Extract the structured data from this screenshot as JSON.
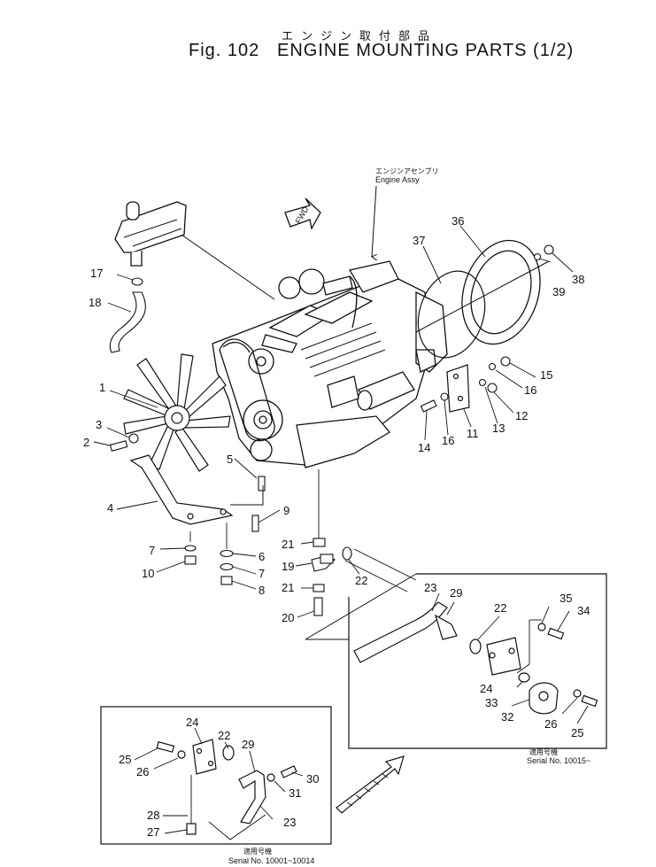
{
  "header": {
    "title_jp": "エンジン取付部品",
    "fig_label": "Fig. 102",
    "title_en": "ENGINE MOUNTING PARTS (1/2)"
  },
  "annotations": {
    "engine_assy_jp": "エンジンアセンブリ",
    "engine_assy_en": "Engine Assy",
    "fwd": "FWD",
    "serial_label_jp_1": "適用号機",
    "serial_1": "Serial No. 10015~",
    "serial_label_jp_2": "適用号機",
    "serial_2": "Serial No. 10001~10014"
  },
  "callouts": [
    "1",
    "2",
    "3",
    "4",
    "5",
    "6",
    "7",
    "7",
    "8",
    "9",
    "10",
    "11",
    "12",
    "13",
    "14",
    "15",
    "16",
    "16",
    "17",
    "18",
    "19",
    "20",
    "21",
    "21",
    "22",
    "22",
    "22",
    "23",
    "23",
    "24",
    "24",
    "25",
    "25",
    "26",
    "26",
    "27",
    "28",
    "29",
    "29",
    "30",
    "31",
    "32",
    "33",
    "34",
    "35",
    "36",
    "37",
    "38",
    "39"
  ]
}
